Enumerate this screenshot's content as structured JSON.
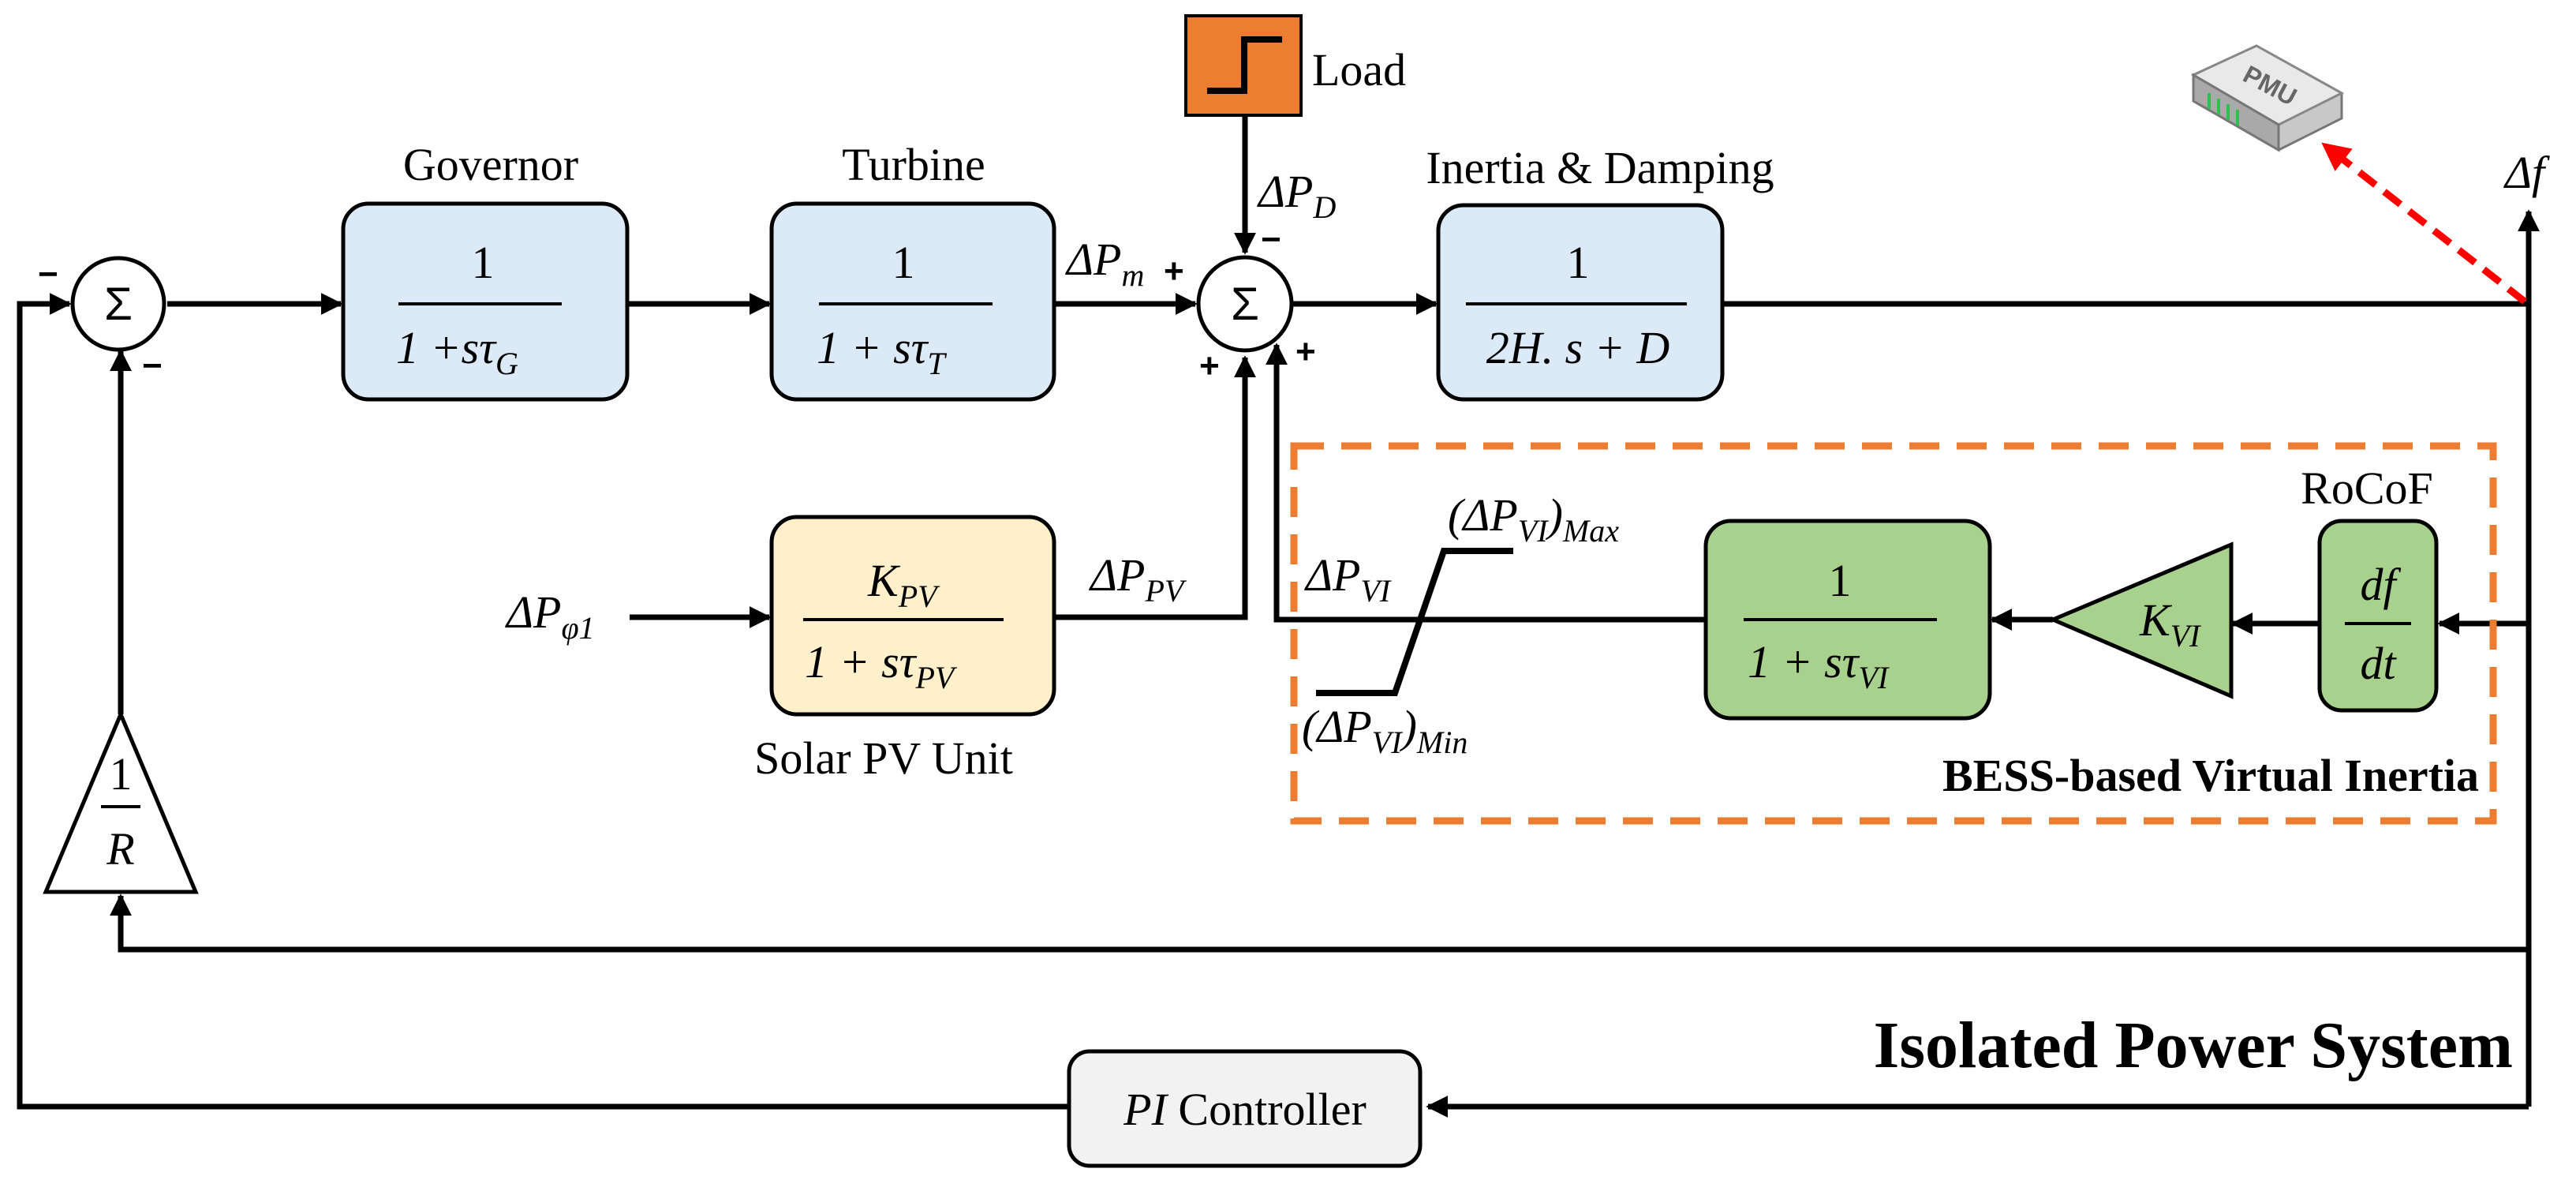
{
  "colors": {
    "blue_block": "#dce9f6",
    "yellow_block": "#fdf0cb",
    "green_block": "#a9d18e",
    "gray_block": "#f2f2f2",
    "load_box": "#ed7d31",
    "bess_border": "#ed7d31",
    "pmu_link": "#ff0000"
  },
  "icons": {
    "sum": "summing-junction-sigma",
    "load": "step-input-icon",
    "pmu": "pmu-device-icon",
    "gain": "triangle-gain-icon"
  },
  "labels": {
    "governor": "Governor",
    "turbine": "Turbine",
    "inertia_damping": "Inertia & Damping",
    "load": "Load",
    "rocof": "RoCoF",
    "solar_pv_unit": "Solar PV Unit",
    "bess_title": "BESS-based Virtual Inertia",
    "system_title": "Isolated Power System",
    "pmu": "PMU",
    "pi_controller_prefix": "PI",
    "pi_controller_suffix": " Controller"
  },
  "sum_symbol": "Σ",
  "signs": {
    "sum1_top": "−",
    "sum1_bottom": "−",
    "sum2_left": "+",
    "sum2_top": "−",
    "sum2_bottom_left": "+",
    "sum2_bottom_right": "+"
  },
  "transfer_functions": {
    "governor": {
      "num": "1",
      "den": "1 +sτ",
      "den_sub": "G"
    },
    "turbine": {
      "num": "1",
      "den": "1 + sτ",
      "den_sub": "T"
    },
    "inertia": {
      "num": "1",
      "den": "2H. s + D"
    },
    "pv": {
      "num": "K",
      "num_sub": "PV",
      "den": "1 + sτ",
      "den_sub": "PV"
    },
    "bess_filter": {
      "num": "1",
      "den": "1 + sτ",
      "den_sub": "VI"
    },
    "derivative": {
      "num": "df",
      "den": "dt"
    },
    "droop": {
      "num": "1",
      "den": "R"
    },
    "gain": {
      "main": "K",
      "sub": "VI"
    }
  },
  "signals": {
    "delta_f": "Δf",
    "delta_pm": {
      "main": "ΔP",
      "sub": "m"
    },
    "delta_pd": {
      "main": "ΔP",
      "sub": "D"
    },
    "delta_ppv": {
      "main": "ΔP",
      "sub": "PV"
    },
    "delta_pphi": {
      "main": "ΔP",
      "sub": "φ1"
    },
    "delta_pvi": {
      "main": "ΔP",
      "sub": "VI"
    },
    "pvi_max": {
      "main": "(ΔP",
      "sub_inner": "VI",
      "close": ")",
      "sub": "Max"
    },
    "pvi_min": {
      "main": "(ΔP",
      "sub_inner": "VI",
      "close": ")",
      "sub": "Min"
    }
  }
}
